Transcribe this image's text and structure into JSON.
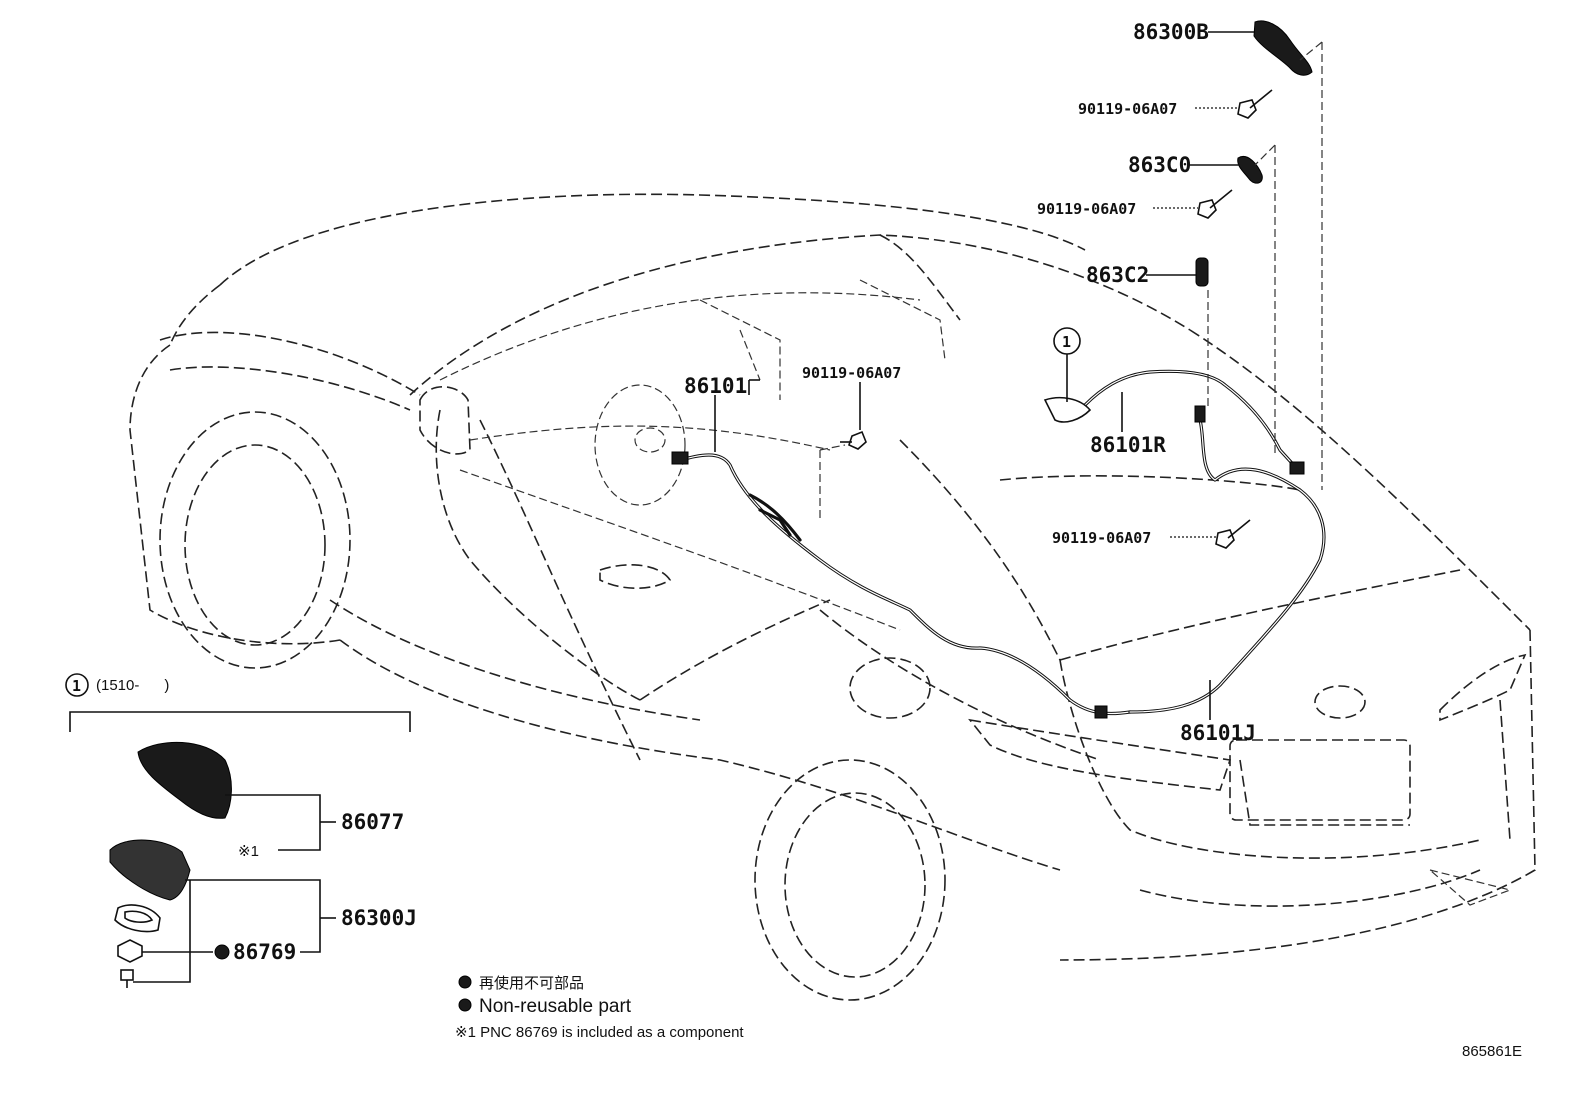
{
  "diagram_id": "865861E",
  "parts": {
    "p86300B": "86300B",
    "p90119_a": "90119-06A07",
    "p863C0": "863C0",
    "p90119_b": "90119-06A07",
    "p863C2": "863C2",
    "p86101": "86101",
    "p90119_c": "90119-06A07",
    "p86101R": "86101R",
    "p90119_d": "90119-06A07",
    "p86101J": "86101J",
    "p86077": "86077",
    "p86300J": "86300J",
    "p86769": "86769"
  },
  "callout": {
    "number": "1",
    "date_range": "(1510-      )",
    "note_mark": "※1"
  },
  "legend": {
    "jp_nonreusable": "再使用不可部品",
    "en_nonreusable": "Non-reusable part",
    "note1": "※1 PNC 86769 is included as a component"
  }
}
